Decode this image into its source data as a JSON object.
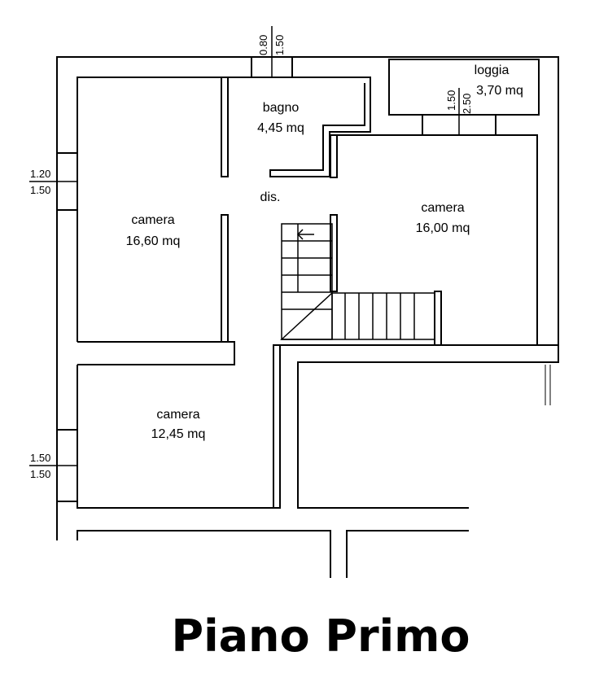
{
  "title": "Piano Primo",
  "rooms": {
    "bagno": {
      "name": "bagno",
      "area": "4,45 mq"
    },
    "loggia": {
      "name": "loggia",
      "area": "3,70 mq"
    },
    "dis": {
      "name": "dis."
    },
    "camera_left": {
      "name": "camera",
      "area": "16,60 mq"
    },
    "camera_right": {
      "name": "camera",
      "area": "16,00 mq"
    },
    "camera_bottom": {
      "name": "camera",
      "area": "12,45 mq"
    }
  },
  "dimensions": {
    "top_window_a": "0.80",
    "top_window_b": "1.50",
    "loggia_window_a": "1.50",
    "loggia_window_b": "2.50",
    "left_window_a_top": "1.20",
    "left_window_a_bottom": "1.50",
    "left_window_b_top": "1.50",
    "left_window_b_bottom": "1.50"
  },
  "colors": {
    "wall_fill": "#ffffff",
    "wall_line": "#000000",
    "background": "#ffffff"
  }
}
